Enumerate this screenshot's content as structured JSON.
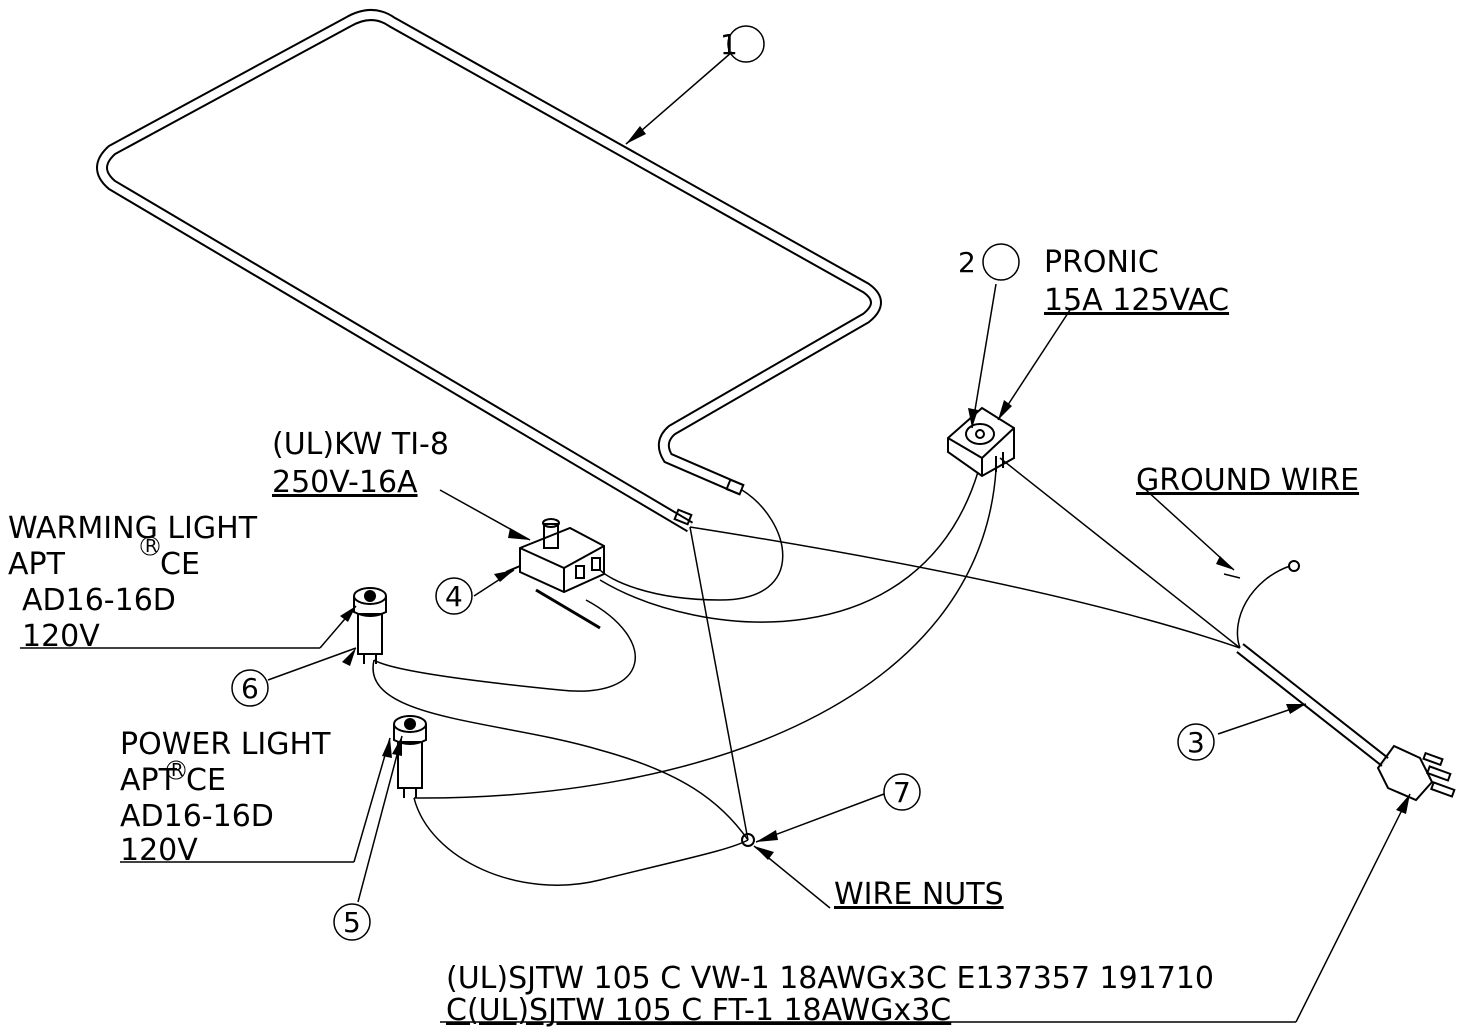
{
  "callouts": {
    "c1": "1",
    "c2": "2",
    "c3": "3",
    "c4": "4",
    "c5": "5",
    "c6": "6",
    "c7": "7"
  },
  "switch_label": {
    "line1": "PRONIC",
    "line2": "15A 125VAC"
  },
  "thermostat_label": {
    "line1": "(UL)KW TI-8",
    "line2": "250V-16A"
  },
  "warming_light_label": {
    "line1": "WARMING LIGHT",
    "line2": "APT",
    "line2_suffix": "CE",
    "line3": "AD16-16D",
    "line4": "120V"
  },
  "power_light_label": {
    "line1": "POWER LIGHT",
    "line2": "APT",
    "line2_suffix": "CE",
    "line3": "AD16-16D",
    "line4": "120V"
  },
  "ground_wire_label": "GROUND WIRE",
  "wire_nuts_label": "WIRE NUTS",
  "cord_label": {
    "line1": "(UL)SJTW 105 C VW-1 18AWGx3C E137357 191710",
    "line2": "C(UL)SJTW 105  C FT-1 18AWGx3C"
  },
  "registered_mark": "R"
}
